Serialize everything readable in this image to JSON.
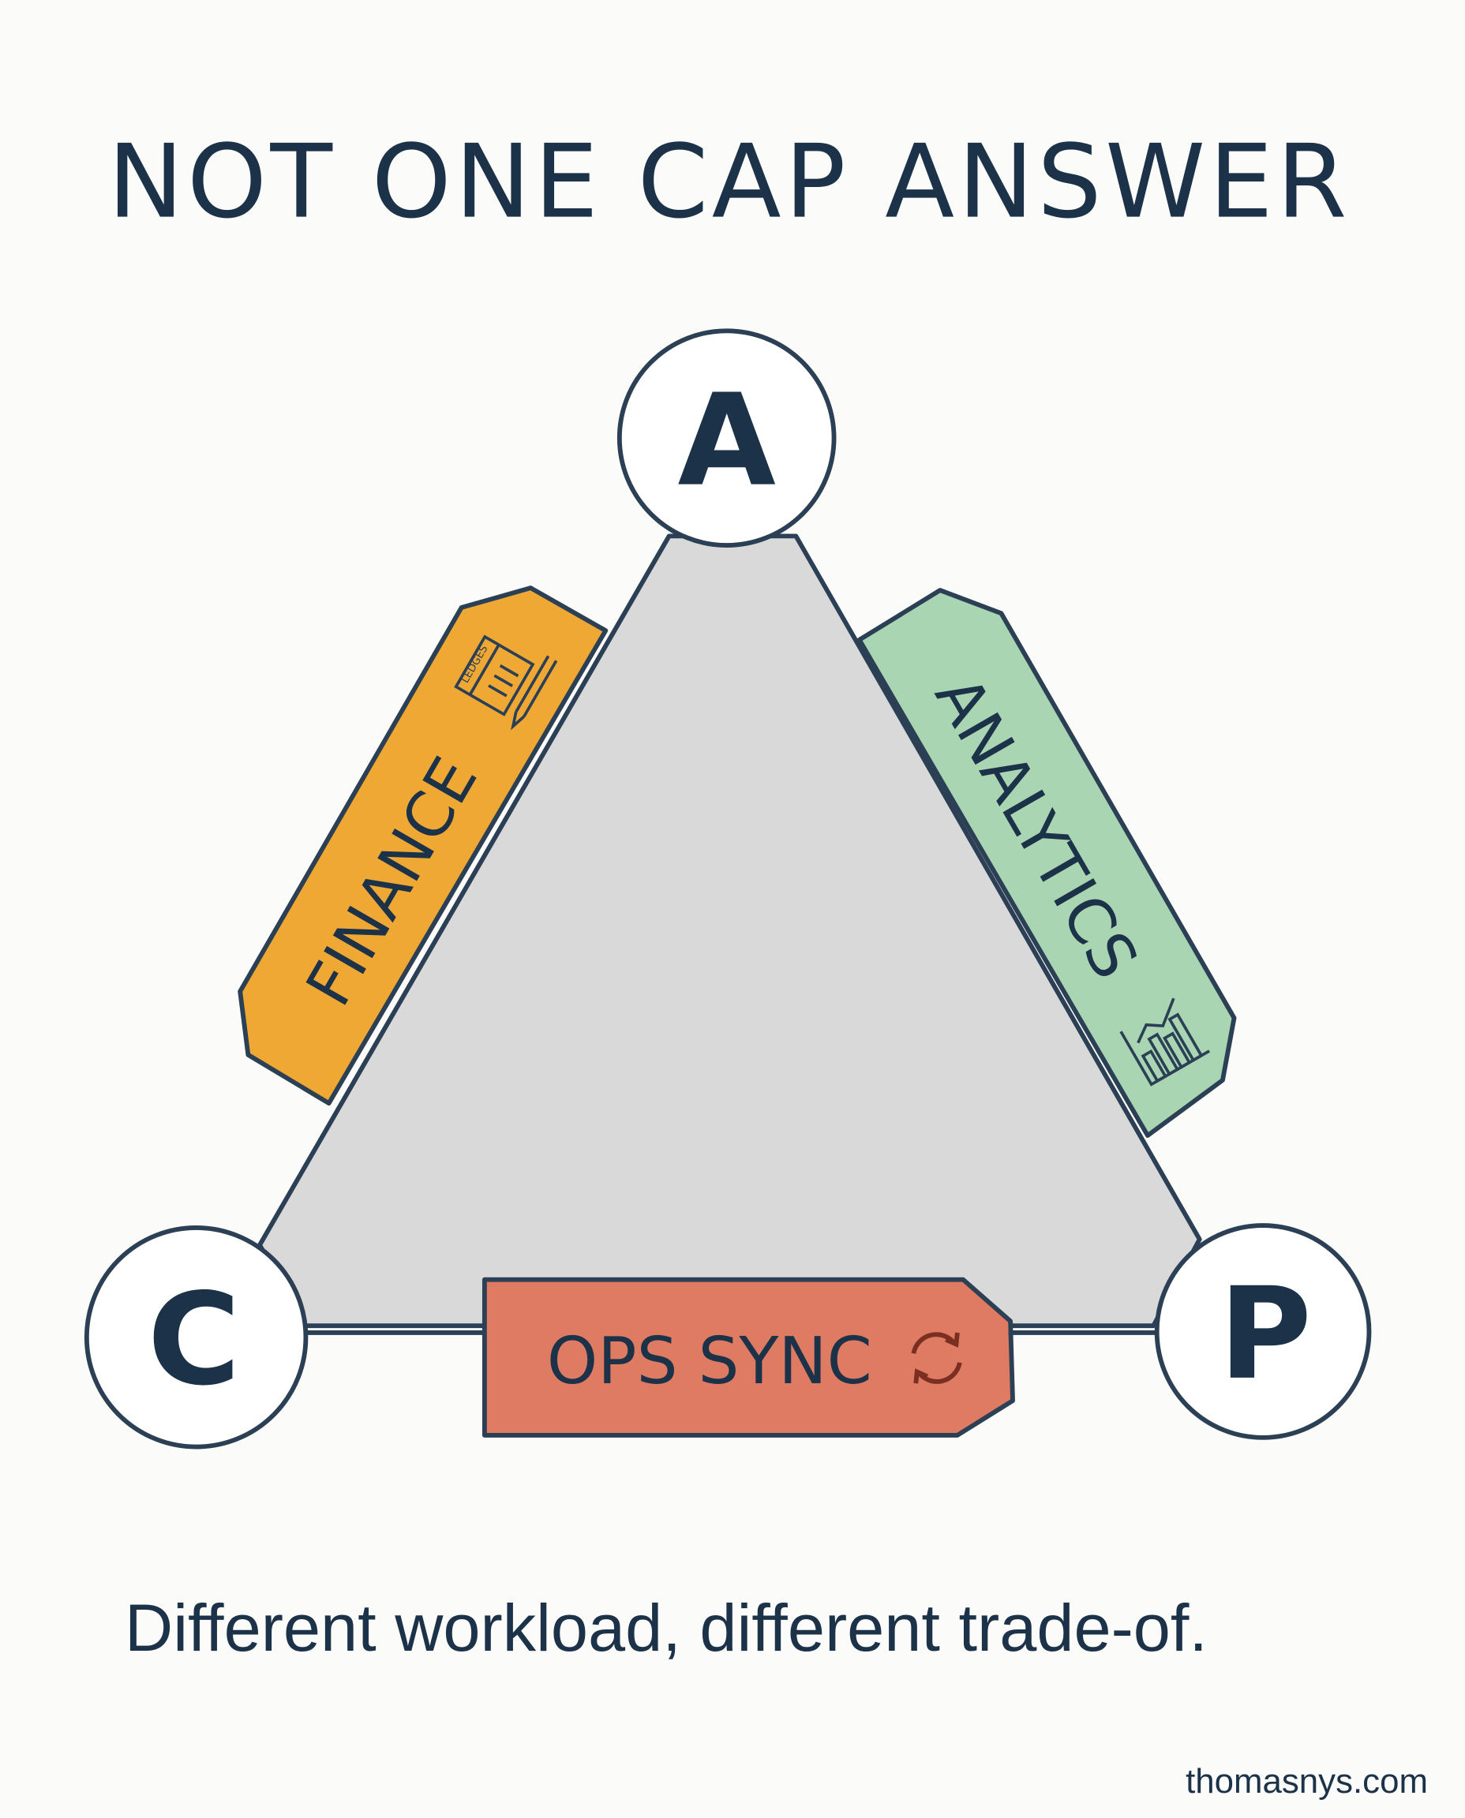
{
  "title": "NOT ONE CAP ANSWER",
  "nodes": {
    "a": "A",
    "c": "C",
    "p": "P"
  },
  "tags": {
    "finance": {
      "label": "FINANCE",
      "icon": "ledger-pencil-icon",
      "icon_text": "LEDGES",
      "color": "#efa833"
    },
    "analytics": {
      "label": "ANALYTICS",
      "icon": "bar-chart-trend-icon",
      "color": "#a9d5b2"
    },
    "ops_sync": {
      "label": "OPS SYNC",
      "icon": "sync-arrows-icon",
      "color": "#e07b63"
    }
  },
  "triangle_color": "#d9d9da",
  "ink_color": "#1c3248",
  "caption": "Different workload, different trade-of.",
  "watermark": "thomasnys.com"
}
